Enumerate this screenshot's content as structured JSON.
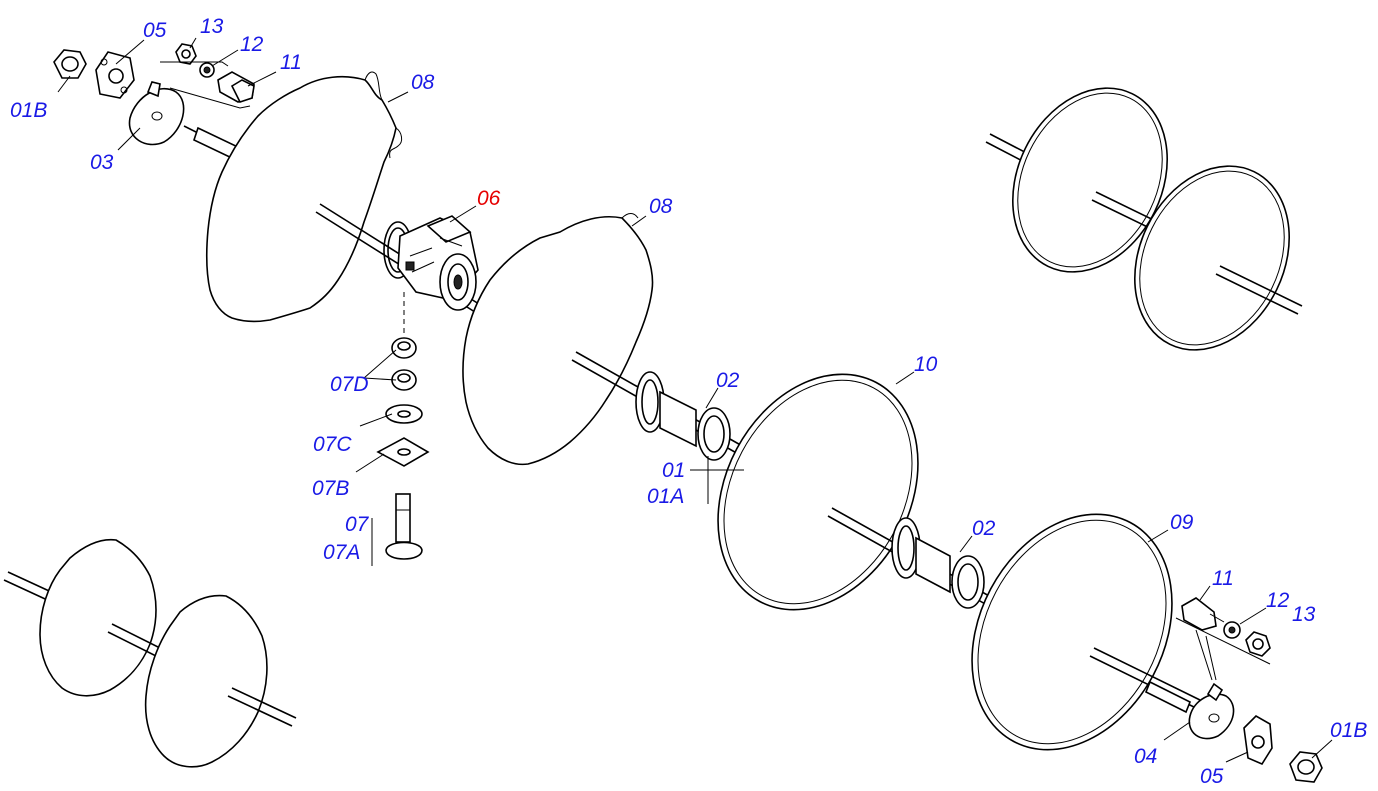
{
  "label_color": "#1a1ae6",
  "highlight_color": "#e60000",
  "labels": {
    "p01B_top": "01B",
    "p05_top": "05",
    "p13_top": "13",
    "p12_top": "12",
    "p11_top": "11",
    "p03": "03",
    "p08_top": "08",
    "p06": "06",
    "p08_mid": "08",
    "p07D": "07D",
    "p07C": "07C",
    "p07B": "07B",
    "p07": "07",
    "p07A": "07A",
    "p02_a": "02",
    "p01": "01",
    "p01A": "01A",
    "p10": "10",
    "p02_b": "02",
    "p09": "09",
    "p11_bot": "11",
    "p12_bot": "12",
    "p13_bot": "13",
    "p04": "04",
    "p05_bot": "05",
    "p01B_bot": "01B"
  }
}
